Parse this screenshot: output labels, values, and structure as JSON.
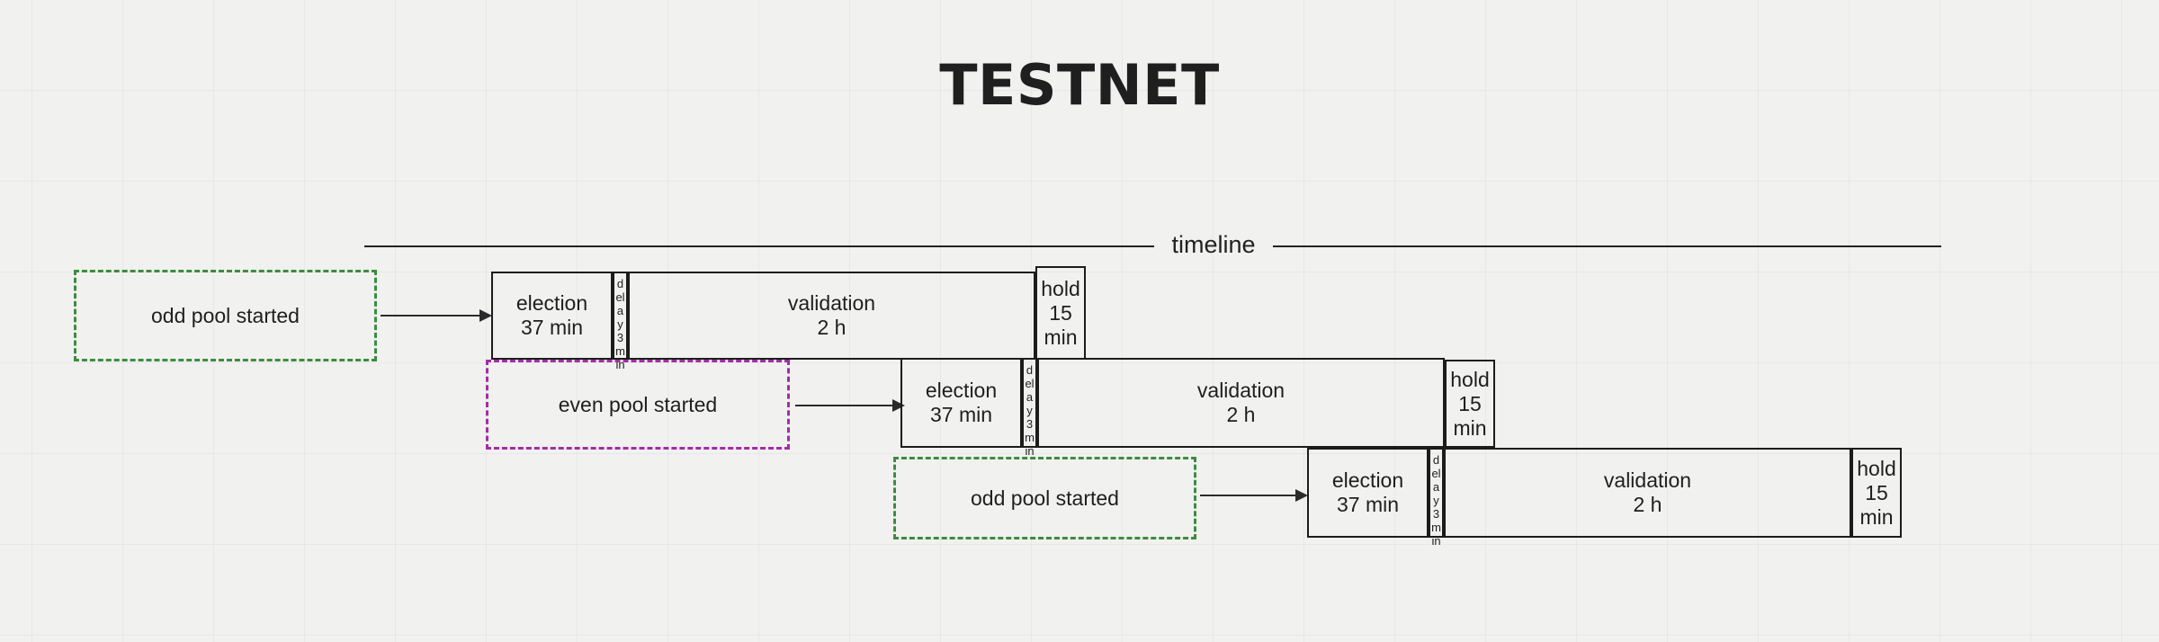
{
  "title": "TESTNET",
  "timeline": {
    "label": "timeline"
  },
  "colors": {
    "background": "#f1f1f0",
    "grid_line": "#e6e6e6",
    "box_stroke": "#1c1c1c",
    "text": "#1f1f1f",
    "note_green": "#3d8c3f",
    "note_purple": "#a32ca8",
    "arrow": "#2b2b2b"
  },
  "rows": [
    {
      "id": "row-1",
      "note": {
        "text": "odd pool started",
        "color": "green"
      },
      "phases": [
        {
          "name": "election",
          "line1": "election",
          "line2": "37 min",
          "narrow": false
        },
        {
          "name": "delay",
          "line1": "delay 3 min",
          "line2": "",
          "narrow": true
        },
        {
          "name": "validation",
          "line1": "validation",
          "line2": "2 h",
          "narrow": false
        },
        {
          "name": "hold",
          "line1": "hold",
          "line2": "15",
          "line3": "min",
          "narrow": false
        }
      ]
    },
    {
      "id": "row-2",
      "note": {
        "text": "even pool started",
        "color": "purple"
      },
      "phases": [
        {
          "name": "election",
          "line1": "election",
          "line2": "37 min",
          "narrow": false
        },
        {
          "name": "delay",
          "line1": "delay 3 min",
          "line2": "",
          "narrow": true
        },
        {
          "name": "validation",
          "line1": "validation",
          "line2": "2 h",
          "narrow": false
        },
        {
          "name": "hold",
          "line1": "hold",
          "line2": "15",
          "line3": "min",
          "narrow": false
        }
      ]
    },
    {
      "id": "row-3",
      "note": {
        "text": "odd pool started",
        "color": "green"
      },
      "phases": [
        {
          "name": "election",
          "line1": "election",
          "line2": "37 min",
          "narrow": false
        },
        {
          "name": "delay",
          "line1": "delay 3 min",
          "line2": "",
          "narrow": true
        },
        {
          "name": "validation",
          "line1": "validation",
          "line2": "2 h",
          "narrow": false
        },
        {
          "name": "hold",
          "line1": "hold",
          "line2": "15",
          "line3": "min",
          "narrow": false
        }
      ]
    }
  ]
}
